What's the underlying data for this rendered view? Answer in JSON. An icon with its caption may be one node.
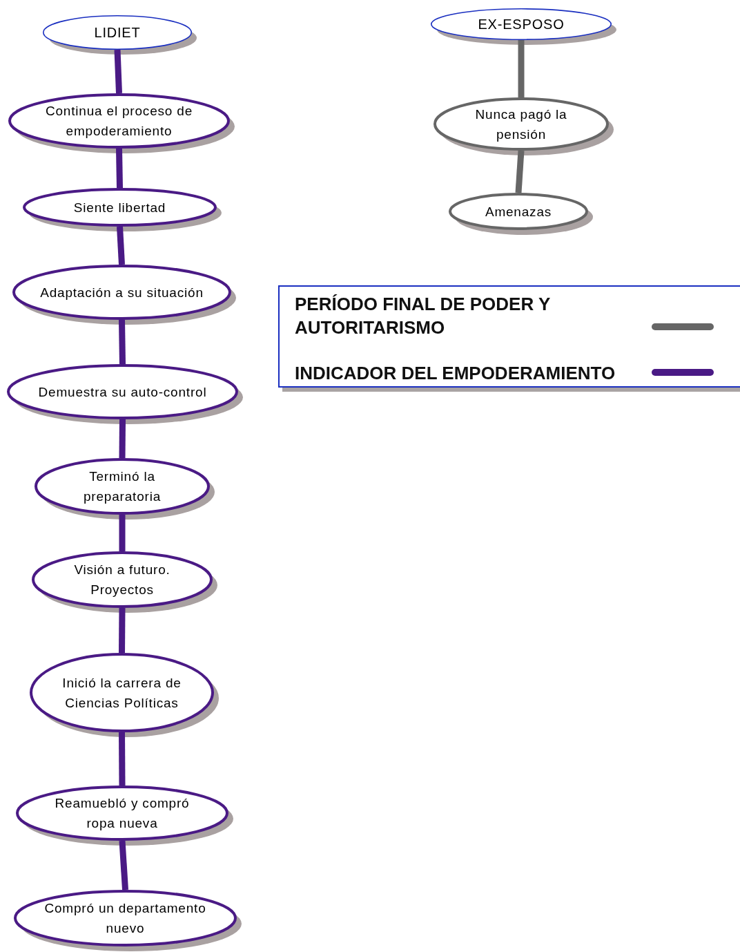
{
  "diagram": {
    "nodes": [
      {
        "text": [
          "LIDIET"
        ]
      },
      {
        "text": [
          "Continua el proceso de empoderamiento"
        ]
      },
      {
        "text": [
          "Siente libertad"
        ]
      },
      {
        "text": [
          "Adaptación a su situación"
        ]
      },
      {
        "text": [
          "Demuestra su auto-control"
        ]
      },
      {
        "text": [
          "Terminó la preparatoria"
        ]
      },
      {
        "text": [
          "Visión a futuro. Proyectos"
        ]
      },
      {
        "text": [
          "Inició la carrera de Ciencias Políticas"
        ]
      },
      {
        "text": [
          "Reamuebló y compró ropa nueva"
        ]
      },
      {
        "text": [
          "Compró un departamento nuevo"
        ]
      },
      {
        "text": [
          "EX-ESPOSO"
        ]
      },
      {
        "text": [
          "Nunca pagó la pensión"
        ]
      },
      {
        "text": [
          "Amenazas"
        ]
      }
    ],
    "edges": [
      {
        "from": 0,
        "to": 1,
        "arrow": "none"
      },
      {
        "from": 1,
        "to": 2,
        "arrow": "none"
      },
      {
        "from": 2,
        "to": 3,
        "arrow": "none"
      },
      {
        "from": 3,
        "to": 4,
        "arrow": "none"
      },
      {
        "from": 4,
        "to": 5,
        "arrow": "none"
      },
      {
        "from": 5,
        "to": 6,
        "arrow": "none"
      },
      {
        "from": 6,
        "to": 7,
        "arrow": "none"
      },
      {
        "from": 7,
        "to": 8,
        "arrow": "none"
      },
      {
        "from": 8,
        "to": 9,
        "arrow": "none"
      },
      {
        "from": 10,
        "to": 11,
        "arrow": "none",
        "color": "#666666"
      },
      {
        "from": 11,
        "to": 12,
        "arrow": "none",
        "color": "#666666"
      }
    ],
    "legend": [
      {
        "text": "PERÍODO FINAL DE PODER Y AUTORITARISMO"
      },
      {
        "text": "INDICADOR DEL EMPODERAMIENTO"
      }
    ]
  }
}
